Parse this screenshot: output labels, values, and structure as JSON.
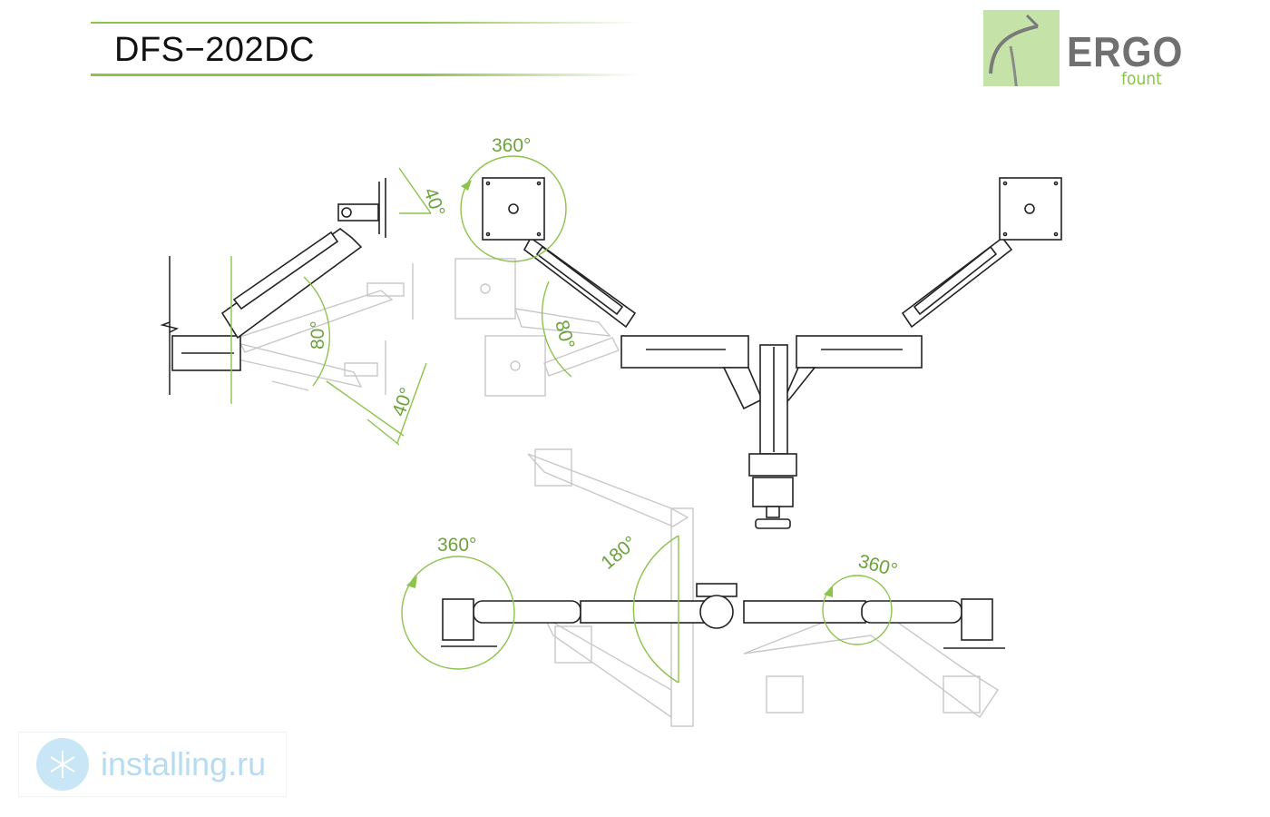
{
  "header": {
    "model": "DFS−202DC"
  },
  "logo": {
    "brand": "ERGO",
    "sub": "fount",
    "box_color": "#c5e3a8",
    "accent": "#8cc34a"
  },
  "angles": {
    "side_tilt_top": "40°",
    "side_lift": "80°",
    "side_tilt_bottom": "40°",
    "front_rotate": "360°",
    "front_lift": "80°",
    "top_left_rotate": "360°",
    "top_swing": "180°",
    "top_right_rotate": "360°"
  },
  "watermark": {
    "text": "installing.ru",
    "icon": "snowflake-icon"
  },
  "colors": {
    "line": "#222222",
    "ghost": "#c8c8c8",
    "accent": "#8cc34a",
    "label": "#6aa339"
  }
}
